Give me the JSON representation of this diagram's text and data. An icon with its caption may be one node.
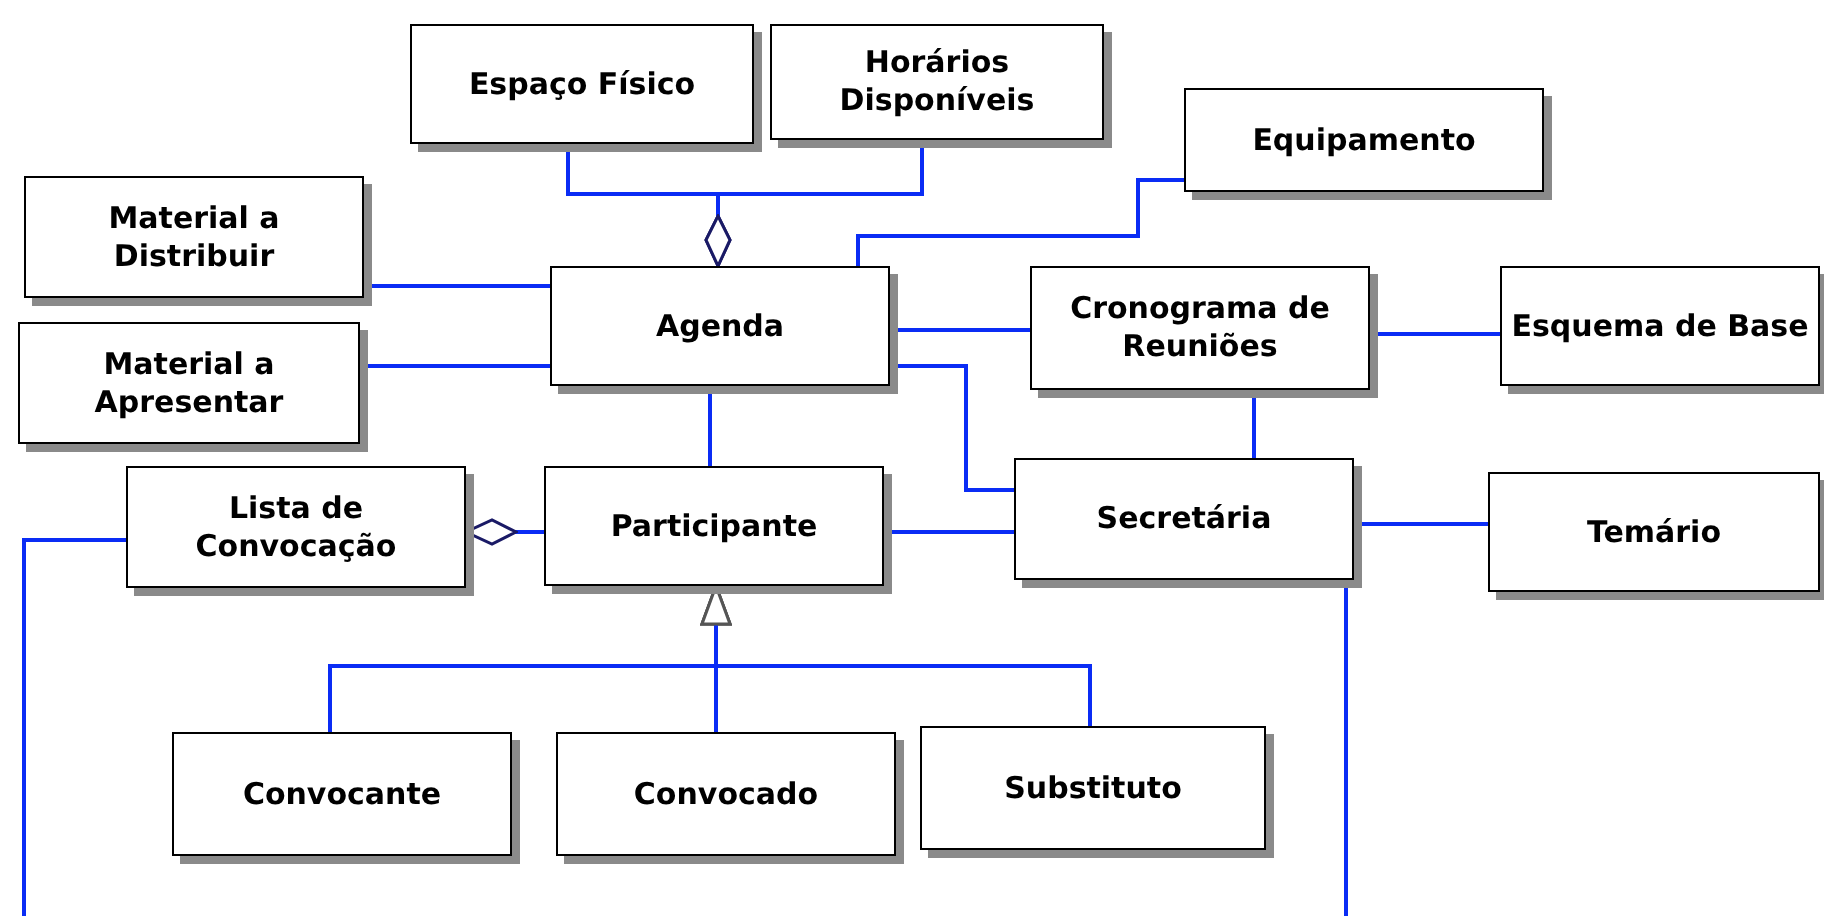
{
  "diagram": {
    "nodes": [
      {
        "text": [
          "Espaço Físico"
        ]
      },
      {
        "text": [
          "Horários Disponíveis"
        ]
      },
      {
        "text": [
          "Equipamento"
        ]
      },
      {
        "text": [
          "Material a Distribuir"
        ]
      },
      {
        "text": [
          "Material a Apresentar"
        ]
      },
      {
        "text": [
          "Agenda"
        ]
      },
      {
        "text": [
          "Cronograma de Reuniões"
        ]
      },
      {
        "text": [
          "Esquema de Base"
        ]
      },
      {
        "text": [
          "Lista de Convocação"
        ]
      },
      {
        "text": [
          "Participante"
        ]
      },
      {
        "text": [
          "Secretária"
        ]
      },
      {
        "text": [
          "Temário"
        ]
      },
      {
        "text": [
          "Convocante"
        ]
      },
      {
        "text": [
          "Convocado"
        ]
      },
      {
        "text": [
          "Substituto"
        ]
      }
    ],
    "edges": [
      {
        "from": 0,
        "to": 5,
        "arrow": "other"
      },
      {
        "from": 1,
        "to": 5,
        "arrow": "other"
      },
      {
        "from": 5,
        "to": 2,
        "arrow": "none"
      },
      {
        "from": 3,
        "to": 5,
        "arrow": "none"
      },
      {
        "from": 4,
        "to": 5,
        "arrow": "none"
      },
      {
        "from": 5,
        "to": 6,
        "arrow": "none"
      },
      {
        "from": 5,
        "to": 10,
        "arrow": "none"
      },
      {
        "from": 5,
        "to": 9,
        "arrow": "none"
      },
      {
        "from": 6,
        "to": 7,
        "arrow": "none"
      },
      {
        "from": 6,
        "to": 10,
        "arrow": "none"
      },
      {
        "from": 9,
        "to": 8,
        "arrow": "other"
      },
      {
        "from": 9,
        "to": 10,
        "arrow": "none"
      },
      {
        "from": 10,
        "to": 11,
        "arrow": "none"
      },
      {
        "from": 12,
        "to": 9,
        "arrow": "to"
      },
      {
        "from": 13,
        "to": 9,
        "arrow": "to"
      },
      {
        "from": 14,
        "to": 9,
        "arrow": "to"
      },
      {
        "from": 8,
        "to": null,
        "arrow": "none"
      },
      {
        "from": 10,
        "to": null,
        "arrow": "none"
      }
    ]
  }
}
